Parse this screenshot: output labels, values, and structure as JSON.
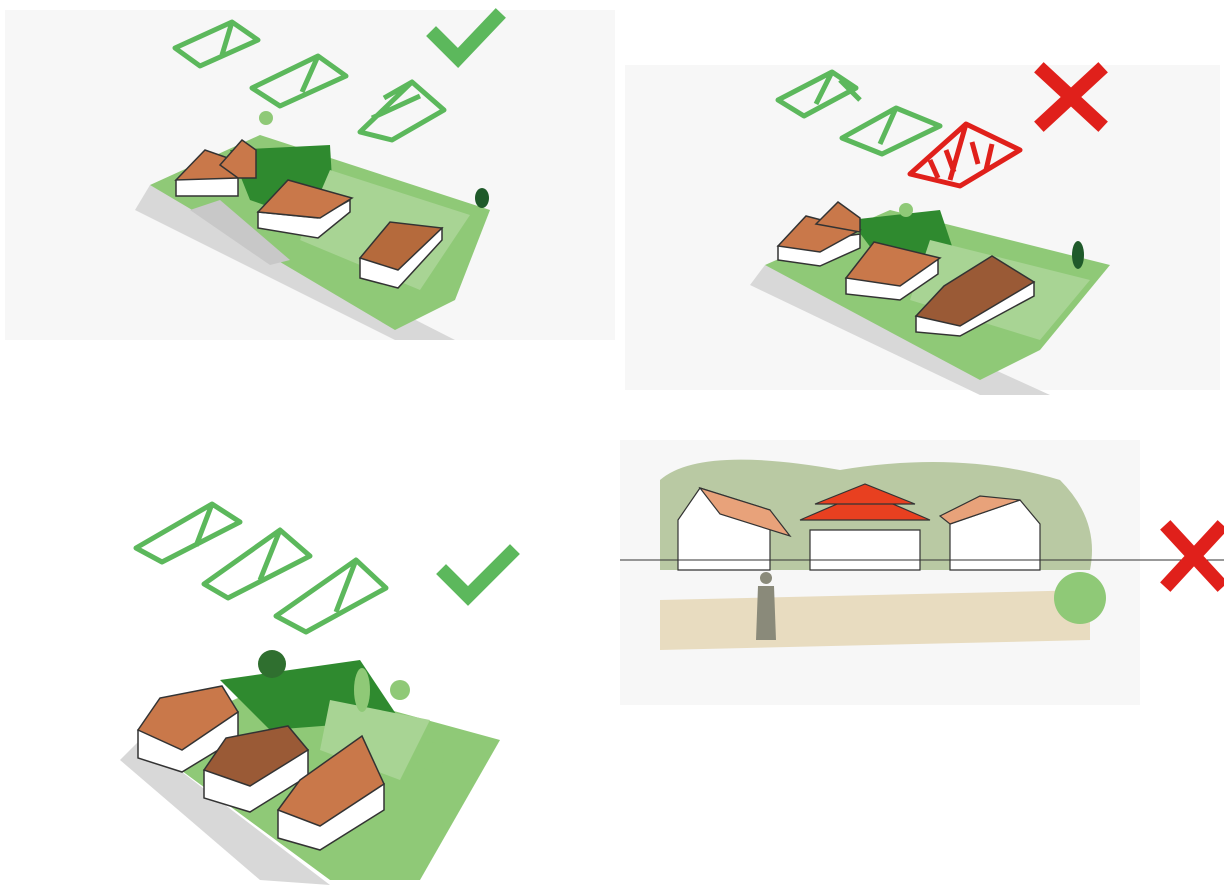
{
  "colors": {
    "approve": "#5cb85c",
    "reject": "#e0201b",
    "roof": "#c9784a",
    "roof_light": "#e8a27a",
    "grass": "#8fc977",
    "grass_dark": "#2f8a2f",
    "paving": "#d8d8d8",
    "wall": "#ffffff",
    "outline": "#333333",
    "sage": "#b9c9a3",
    "sand": "#e8dcc0",
    "red_roof": "#e84020"
  },
  "panels": [
    {
      "id": "panel-a",
      "verdict": "approve",
      "mark_icon": "check-icon",
      "scene": "isometric-street-gabled-roofs"
    },
    {
      "id": "panel-b",
      "verdict": "reject",
      "mark_icon": "cross-icon",
      "scene": "isometric-street-with-hipped-wide-roof"
    },
    {
      "id": "panel-c",
      "verdict": "approve",
      "mark_icon": "check-icon",
      "scene": "isometric-street-steep-gables"
    },
    {
      "id": "panel-d",
      "verdict": "reject",
      "mark_icon": "cross-icon",
      "scene": "perspective-street-oversized-building"
    }
  ]
}
